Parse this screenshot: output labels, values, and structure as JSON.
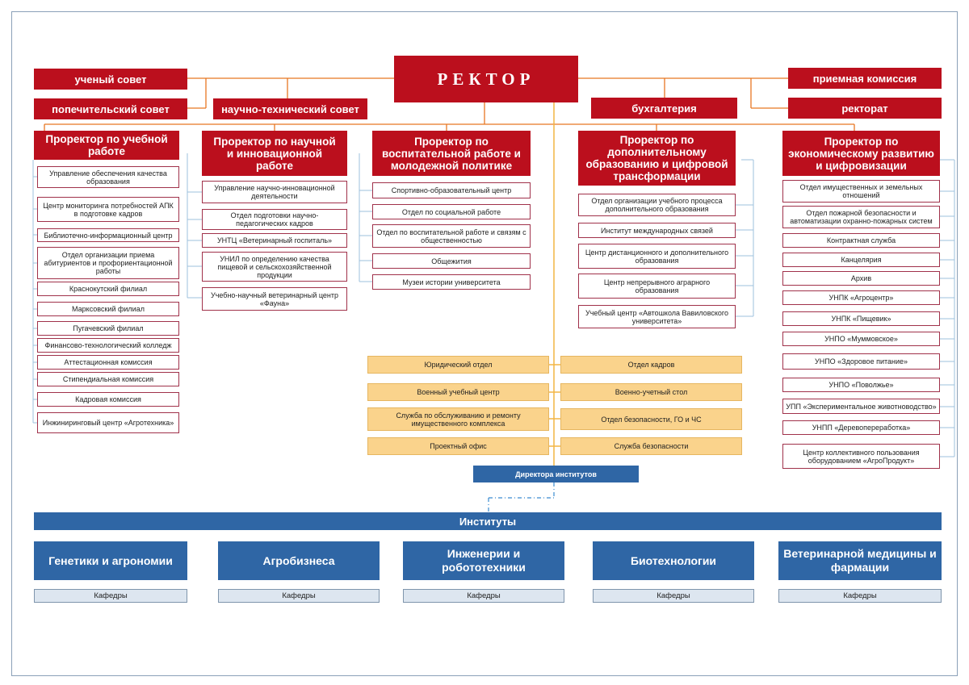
{
  "rector": "РЕКТОР",
  "councils": {
    "academic": "ученый совет",
    "trustees": "попечительский совет",
    "scientific": "научно-технический совет",
    "accounting": "бухгалтерия",
    "admission": "приемная комиссия",
    "rectorate": "ректорат"
  },
  "vice_rectors": {
    "education": {
      "title": "Проректор по учебной работе",
      "units": [
        "Управление обеспечения качества образования",
        "Центр мониторинга потребностей АПК в подготовке кадров",
        "Библиотечно-информационный центр",
        "Отдел организации приема абитуриентов и профориентационной работы",
        "Краснокутский филиал",
        "Марксовский филиал",
        "Пугачевский филиал",
        "Финансово-технологический колледж",
        "Аттестационная комиссия",
        "Стипендиальная комиссия",
        "Кадровая комиссия",
        "Инжиниринговый центр «Агротехника»"
      ]
    },
    "science": {
      "title": "Проректор по научной и инновационной работе",
      "units": [
        "Управление научно-инновационной деятельности",
        "Отдел подготовки научно-педагогических кадров",
        "УНТЦ «Ветеринарный госпиталь»",
        "УНИЛ по определению качества пищевой и сельскохозяйственной продукции",
        "Учебно-научный ветеринарный центр «Фауна»"
      ]
    },
    "youth": {
      "title": "Проректор по воспитательной работе и молодежной политике",
      "units": [
        "Спортивно-образовательный центр",
        "Отдел по социальной работе",
        "Отдел по воспитательной работе и связям с общественностью",
        "Общежития",
        "Музеи истории университета"
      ]
    },
    "digital": {
      "title": "Проректор по дополнительному образованию и цифровой трансформации",
      "units": [
        "Отдел организации учебного процесса дополнительного образования",
        "Институт международных связей",
        "Центр дистанционного и дополнительного образования",
        "Центр непрерывного аграрного образования",
        "Учебный центр «Автошкола Вавиловского университета»"
      ]
    },
    "economy": {
      "title": "Проректор по экономическому развитию и цифровизации",
      "units": [
        "Отдел имущественных и земельных отношений",
        "Отдел пожарной безопасности и автоматизации охранно-пожарных систем",
        "Контрактная служба",
        "Канцелярия",
        "Архив",
        "УНПК «Агроцентр»",
        "УНПК «Пищевик»",
        "УНПО «Муммовское»",
        "УНПО «Здоровое питание»",
        "УНПО «Поволжье»",
        "УПП «Экспериментальное животноводство»",
        "УНПП «Деревопереработка»",
        "Центр коллективного пользования оборудованием «АгроПродукт»"
      ]
    }
  },
  "direct_units": {
    "left": [
      "Юридический отдел",
      "Военный учебный центр",
      "Служба по обслуживанию и ремонту имущественного комплекса",
      "Проектный офис"
    ],
    "right": [
      "Отдел кадров",
      "Военно-учетный стол",
      "Отдел безопасности, ГО и ЧС",
      "Служба безопасности"
    ]
  },
  "directors": "Директора институтов",
  "institutes": {
    "title": "Институты",
    "items": [
      {
        "name": "Генетики и агрономии",
        "sub": "Кафедры"
      },
      {
        "name": "Агробизнеса",
        "sub": "Кафедры"
      },
      {
        "name": "Инженерии и робототехники",
        "sub": "Кафедры"
      },
      {
        "name": "Биотехнологии",
        "sub": "Кафедры"
      },
      {
        "name": "Ветеринарной медицины и фармации",
        "sub": "Кафедры"
      }
    ]
  },
  "colors": {
    "red": "#bb0f1d",
    "blue": "#2f66a5",
    "orange_fill": "#fad38c",
    "light_blue": "#dde6f0"
  }
}
